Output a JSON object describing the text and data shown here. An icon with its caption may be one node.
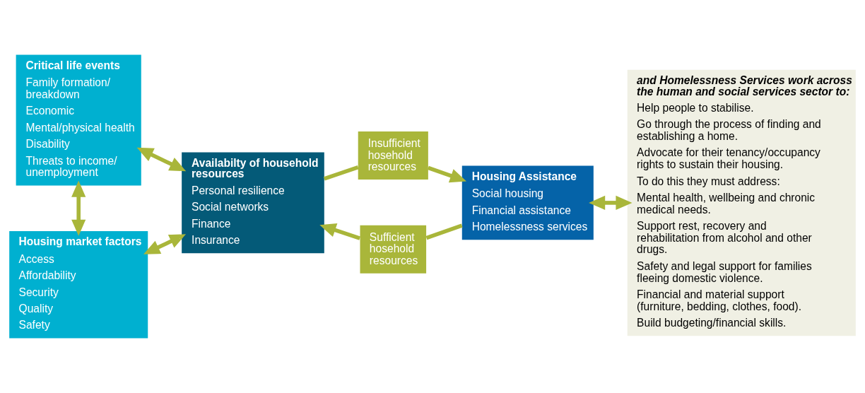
{
  "diagram": {
    "nodes": [
      {
        "text": [
          "Critical life events",
          "Family formation/ breakdown",
          "Economic",
          "Mental/physical health",
          "Disability",
          "Threats to income/ unemployment"
        ]
      },
      {
        "text": [
          "Housing market factors",
          "Access",
          "Affordability",
          "Security",
          "Quality",
          "Safety"
        ]
      },
      {
        "text": [
          "Availabilty of household resources",
          "Personal resilience",
          "Social networks",
          "Finance",
          "Insurance"
        ]
      },
      {
        "text": [
          "Insufficient hosehold resources"
        ]
      },
      {
        "text": [
          "Housing Assistance",
          "Social housing",
          "Financial assistance",
          "Homelessness services"
        ]
      },
      {
        "text": [
          "Sufficient hosehold resources"
        ]
      },
      {
        "text": [
          "and Homelessness Services work across the human and social services sector to:",
          "Help people to stabilise.",
          "Go through the process of finding and establishing a home.",
          "Advocate for their tenancy/occupancy rights to sustain their housing.",
          "To do this they must address:",
          "Mental health, wellbeing and chronic medical needs.",
          "Support rest, recovery and rehabilitation from alcohol and other drugs.",
          "Safety and legal support for families fleeing domestic violence.",
          "Financial and material support (furniture, bedding, clothes, food).",
          "Build budgeting/financial skills."
        ]
      }
    ],
    "edges": [
      {
        "from": 0,
        "to": 2,
        "arrow": "both"
      },
      {
        "from": 1,
        "to": 2,
        "arrow": "both"
      },
      {
        "from": 0,
        "to": 1,
        "arrow": "both"
      },
      {
        "from": 2,
        "to": 3,
        "arrow": "none"
      },
      {
        "from": 3,
        "to": 4,
        "arrow": "to"
      },
      {
        "from": 4,
        "to": 5,
        "arrow": "none"
      },
      {
        "from": 5,
        "to": 2,
        "arrow": "to"
      },
      {
        "from": 4,
        "to": 6,
        "arrow": "both"
      }
    ]
  }
}
